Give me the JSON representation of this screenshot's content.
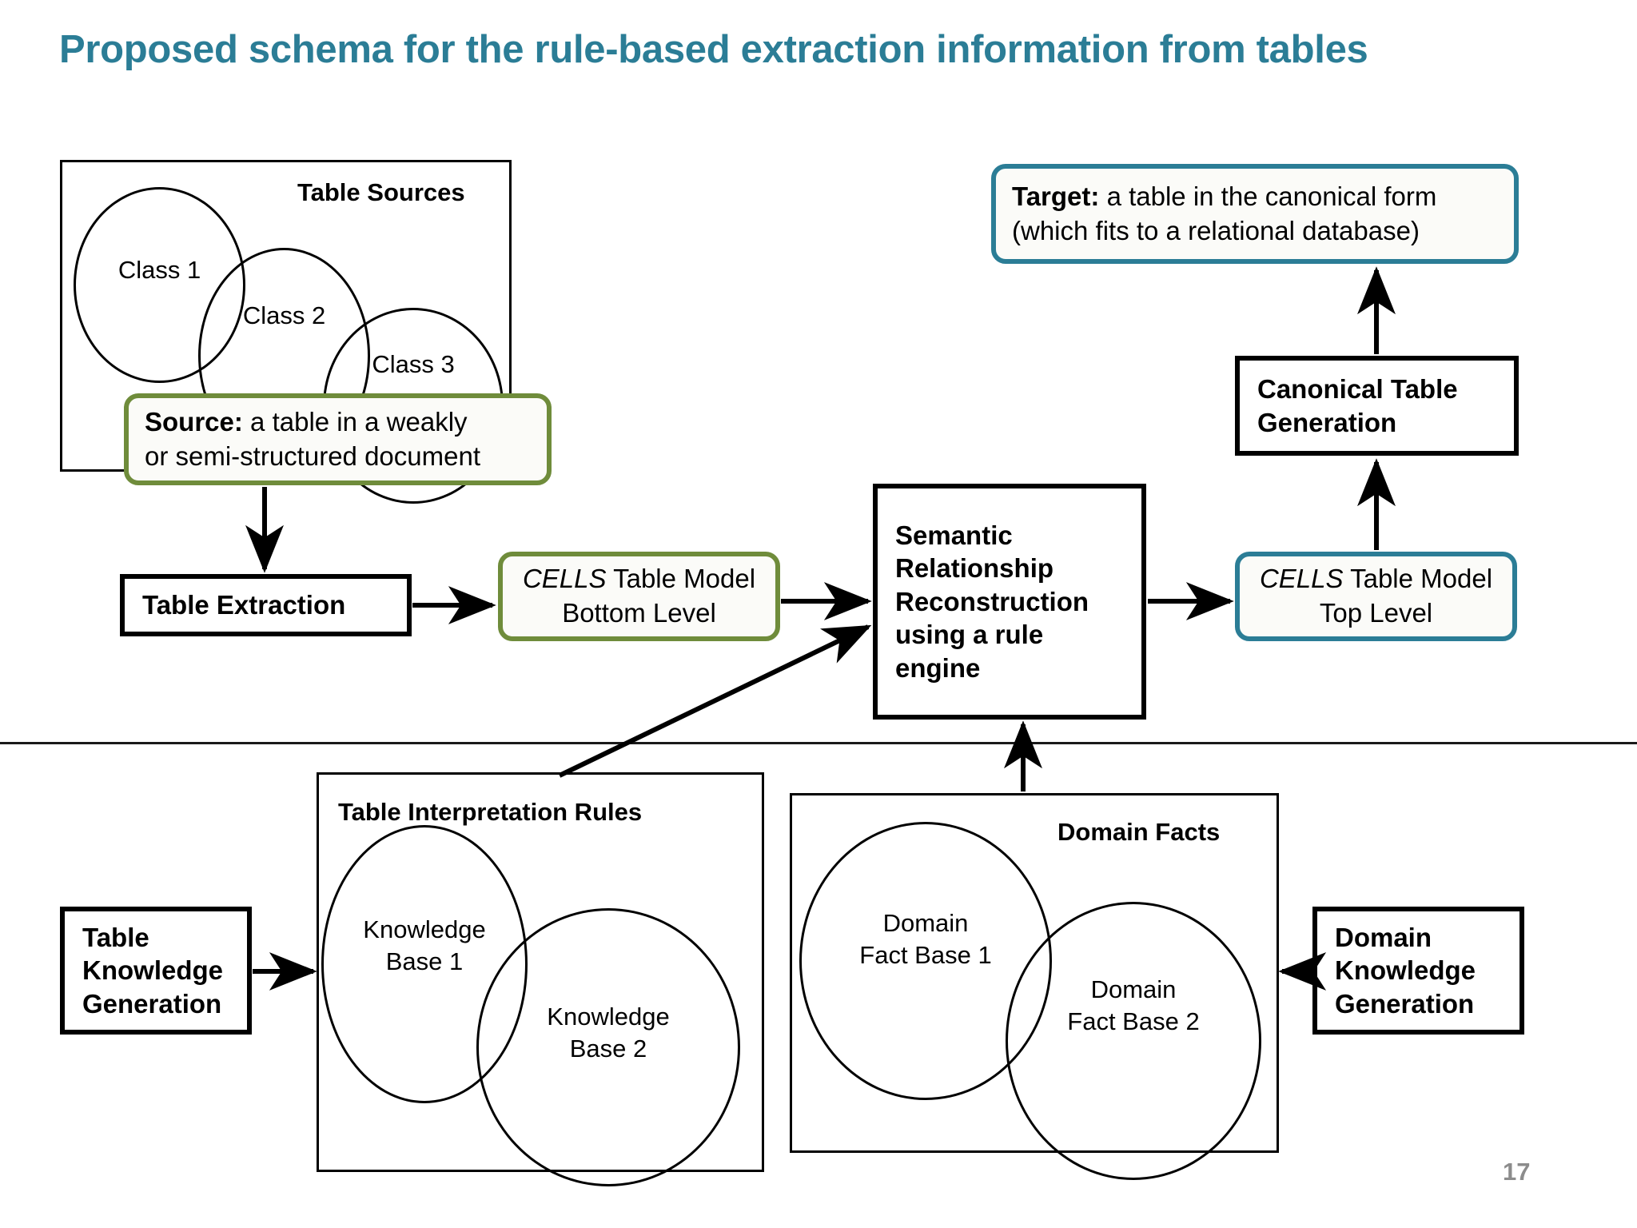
{
  "slide": {
    "title": "Proposed schema for the rule-based extraction information from tables",
    "page_number": "17",
    "title_color": "#2b7d96",
    "accent_green": "#6f8c3b",
    "accent_teal": "#2b7d96"
  },
  "table_sources": {
    "label": "Table Sources",
    "classes": [
      {
        "label": "Class 1"
      },
      {
        "label": "Class 2"
      },
      {
        "label": "Class 3"
      }
    ]
  },
  "callouts": {
    "source": {
      "bold_prefix": "Source:",
      "line1_rest": " a table in a weakly",
      "line2": "or semi-structured document",
      "border_color": "#6f8c3b"
    },
    "target": {
      "bold_prefix": "Target:",
      "line1_rest": " a table in the canonical form",
      "line2": "(which fits to a relational database)",
      "border_color": "#2b7d96"
    }
  },
  "process_boxes": {
    "table_extraction": {
      "label": "Table Extraction"
    },
    "semantic_reconstruction": {
      "lines": [
        "Semantic",
        "Relationship",
        "Reconstruction",
        "using a rule",
        "engine"
      ]
    },
    "canonical_table_generation": {
      "lines": [
        "Canonical Table",
        "Generation"
      ]
    },
    "table_knowledge_generation": {
      "lines": [
        "Table",
        "Knowledge",
        "Generation"
      ]
    },
    "domain_knowledge_generation": {
      "lines": [
        "Domain",
        "Knowledge",
        "Generation"
      ]
    }
  },
  "cells_models": {
    "bottom": {
      "italic_word": "CELLS",
      "rest_line1": " Table Model",
      "line2": "Bottom Level",
      "border_color": "#6f8c3b"
    },
    "top": {
      "italic_word": "CELLS",
      "rest_line1": " Table Model",
      "line2": "Top Level",
      "border_color": "#2b7d96"
    }
  },
  "table_interpretation_rules": {
    "label": "Table Interpretation Rules",
    "bases": [
      {
        "line1": "Knowledge",
        "line2": "Base 1"
      },
      {
        "line1": "Knowledge",
        "line2": "Base 2"
      }
    ]
  },
  "domain_facts": {
    "label": "Domain Facts",
    "bases": [
      {
        "line1": "Domain",
        "line2": "Fact Base 1"
      },
      {
        "line1": "Domain",
        "line2": "Fact Base 2"
      }
    ]
  }
}
